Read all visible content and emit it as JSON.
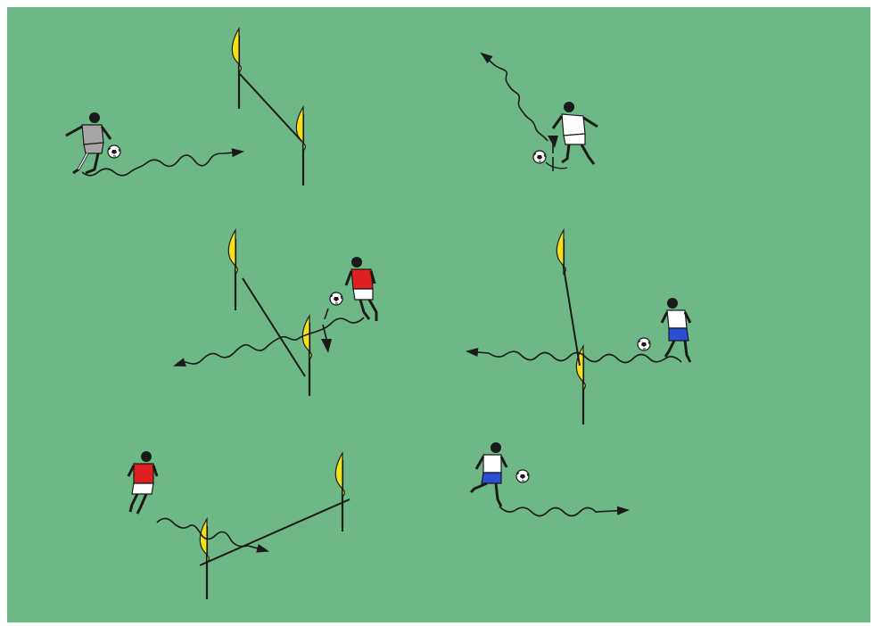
{
  "colors": {
    "field": "#6db886",
    "border": "#ffffff",
    "flag": "#f2e01a",
    "flag_outline": "#1a1a1a",
    "line": "#1a1a1a",
    "shirt_grey": "#a6a6a6",
    "shirt_red": "#e02020",
    "shirt_white": "#ffffff",
    "shorts_blue": "#2a4fd6",
    "skin": "#f2f2f2"
  },
  "drills": [
    {
      "id": "drill-top-left",
      "player": "grey",
      "description_hidden": false
    },
    {
      "id": "drill-top-right",
      "player": "white"
    },
    {
      "id": "drill-mid-left",
      "player": "red"
    },
    {
      "id": "drill-mid-right",
      "player": "white-blue"
    },
    {
      "id": "drill-bottom-left",
      "player": "red"
    },
    {
      "id": "drill-bottom-right",
      "player": "white-blue"
    }
  ]
}
